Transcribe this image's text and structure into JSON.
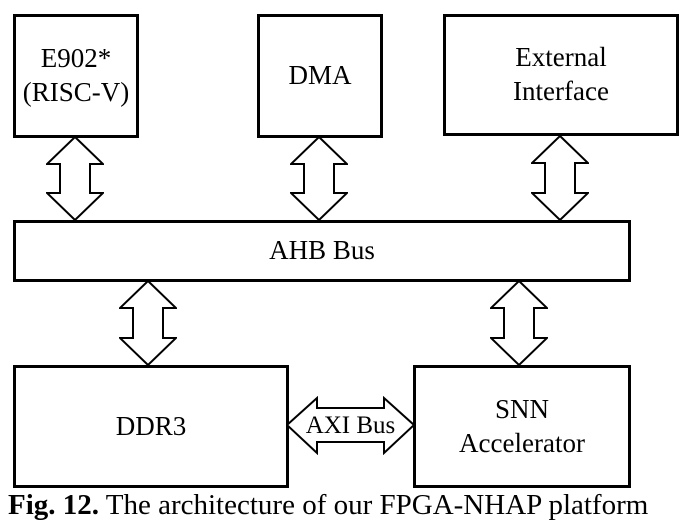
{
  "diagram": {
    "blocks": {
      "e902": {
        "line1": "E902*",
        "line2": "(RISC-V)"
      },
      "dma": {
        "label": "DMA"
      },
      "external_interface": {
        "line1": "External",
        "line2": "Interface"
      },
      "ahb_bus": {
        "label": "AHB Bus"
      },
      "ddr3": {
        "label": "DDR3"
      },
      "snn_accelerator": {
        "line1": "SNN",
        "line2": "Accelerator"
      },
      "axi_bus": {
        "label": "AXI Bus"
      }
    },
    "connections": [
      {
        "from": "E902* (RISC-V)",
        "to": "AHB Bus",
        "type": "bidirectional"
      },
      {
        "from": "DMA",
        "to": "AHB Bus",
        "type": "bidirectional"
      },
      {
        "from": "External Interface",
        "to": "AHB Bus",
        "type": "bidirectional"
      },
      {
        "from": "AHB Bus",
        "to": "DDR3",
        "type": "bidirectional"
      },
      {
        "from": "AHB Bus",
        "to": "SNN Accelerator",
        "type": "bidirectional"
      },
      {
        "from": "DDR3",
        "to": "SNN Accelerator",
        "type": "bidirectional",
        "label": "AXI Bus"
      }
    ],
    "colors": {
      "line": "#000000",
      "fill": "#ffffff",
      "text": "#000000",
      "background": "#ffffff"
    }
  },
  "caption": {
    "label": "Fig. 12.",
    "text": "The architecture of our FPGA-NHAP platform"
  }
}
